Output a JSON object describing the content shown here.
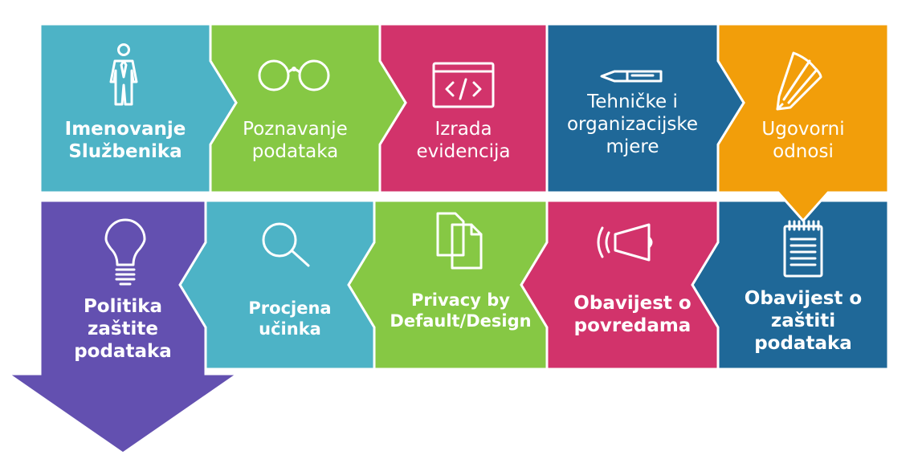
{
  "colors": {
    "teal": "#4db3c6",
    "green": "#86c844",
    "magenta": "#d2336b",
    "navy": "#1f6898",
    "orange": "#f29e0a",
    "purple": "#6350b0"
  },
  "steps": [
    {
      "lines": [
        "Imenovanje",
        "Službenika"
      ],
      "color": "teal",
      "icon": "person-with-tie-icon"
    },
    {
      "lines": [
        "Poznavanje",
        "podataka"
      ],
      "color": "green",
      "icon": "glasses-icon"
    },
    {
      "lines": [
        "Izrada",
        "evidencija"
      ],
      "color": "magenta",
      "icon": "code-window-icon"
    },
    {
      "lines": [
        "Tehničke i",
        "organizacijske",
        "mjere"
      ],
      "color": "navy",
      "icon": "pen-icon"
    },
    {
      "lines": [
        "Ugovorni",
        "odnosi"
      ],
      "color": "orange",
      "icon": "pencil-icon"
    },
    {
      "lines": [
        "Obavijest o",
        "zaštiti",
        "podataka"
      ],
      "color": "navy",
      "icon": "notepad-icon"
    },
    {
      "lines": [
        "Obavijest o",
        "povredama"
      ],
      "color": "magenta",
      "icon": "megaphone-icon"
    },
    {
      "lines": [
        "Privacy by",
        "Default/Design"
      ],
      "color": "green",
      "icon": "documents-icon"
    },
    {
      "lines": [
        "Procjena",
        "učinka"
      ],
      "color": "teal",
      "icon": "magnifier-icon"
    },
    {
      "lines": [
        "Politika",
        "zaštite",
        "podataka"
      ],
      "color": "purple",
      "icon": "lightbulb-icon"
    }
  ]
}
